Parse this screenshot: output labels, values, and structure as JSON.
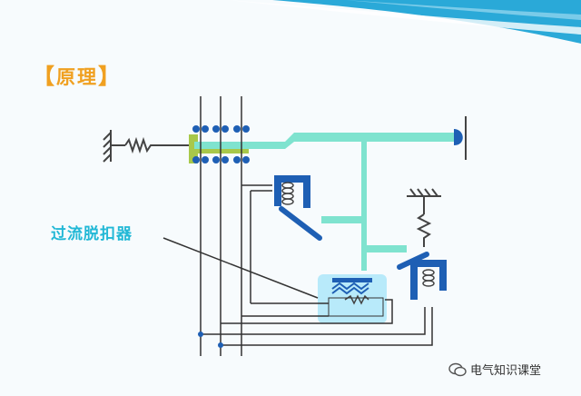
{
  "title": {
    "bracket_left": "【",
    "text": "原理",
    "bracket_right": "】"
  },
  "callout_label": "过流脱扣器",
  "watermark": {
    "text": "电气知识课堂",
    "icon": "wechat-icon"
  },
  "colors": {
    "title": "#f0a020",
    "label": "#22b8d6",
    "bar": "#7fe3cf",
    "coil_blue": "#1e5fb4",
    "release_box": "#b8eafa",
    "contact_green": "#a8c84a",
    "banner": "#2aa9d8"
  }
}
